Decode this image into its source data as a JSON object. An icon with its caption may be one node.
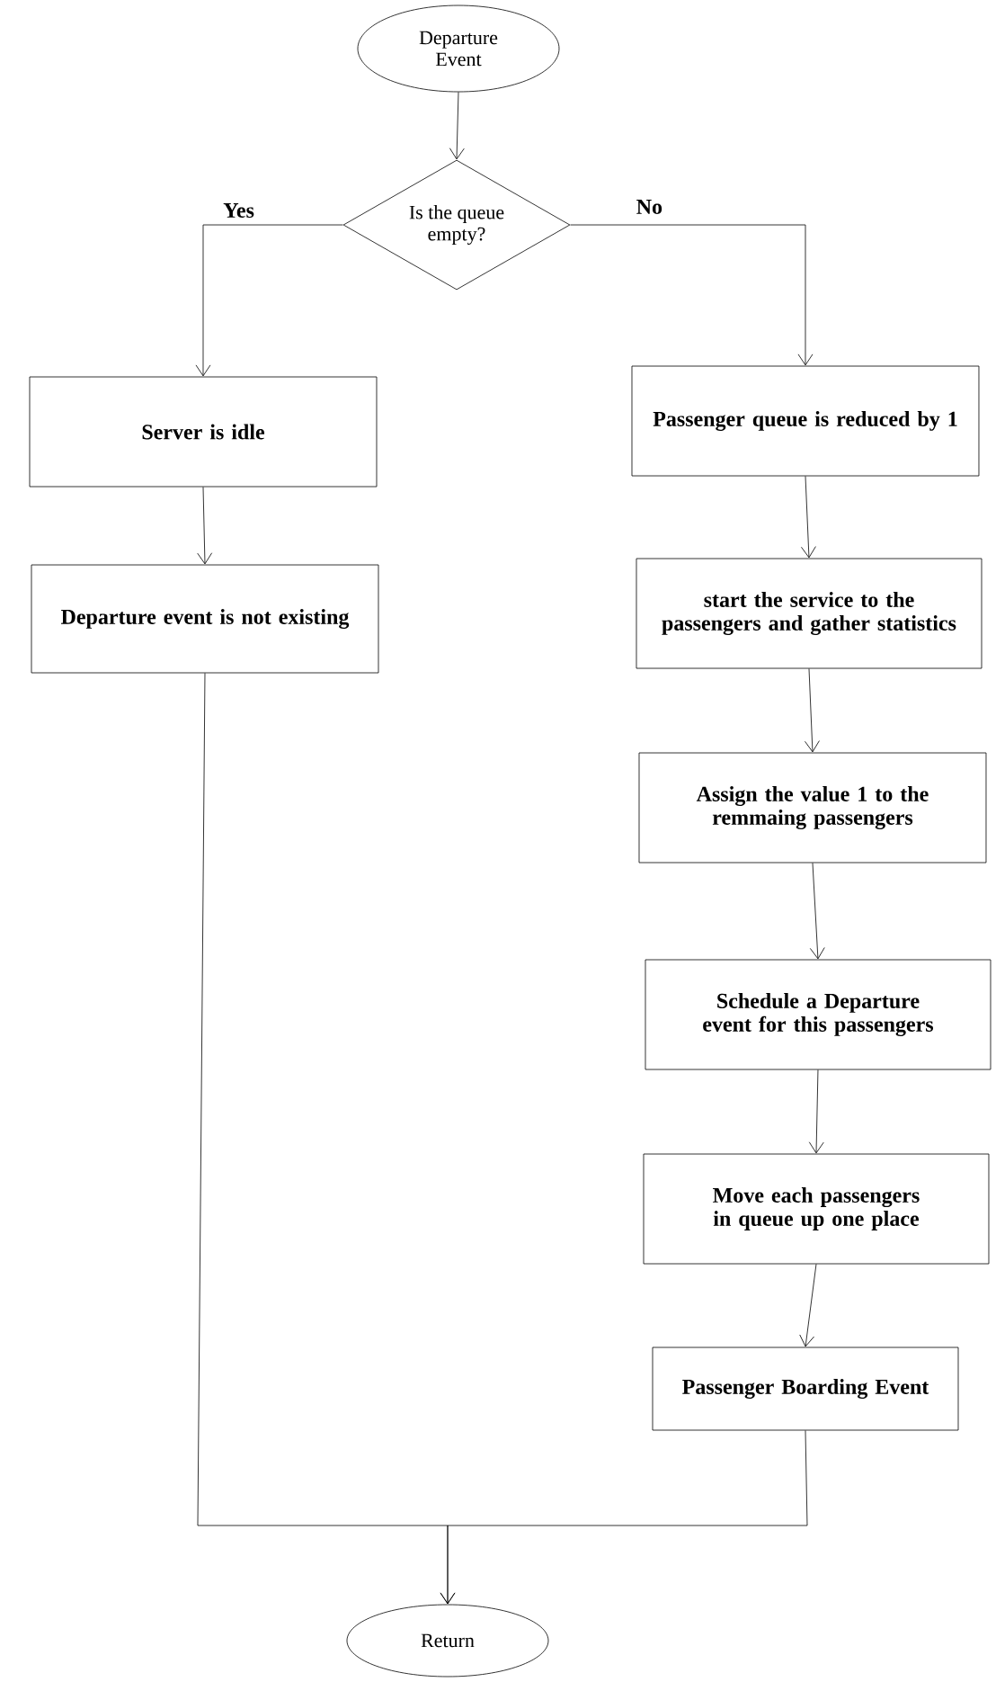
{
  "diagram": {
    "nodes": [
      {
        "text": [
          "Departure Event"
        ]
      },
      {
        "text": [
          "Is the queue empty?"
        ]
      },
      {
        "text": [
          "Server is idle"
        ]
      },
      {
        "text": [
          "Departure event is not existing"
        ]
      },
      {
        "text": [
          "Passenger queue is reduced by 1"
        ]
      },
      {
        "text": [
          "start the service to the passengers and gather statistics"
        ]
      },
      {
        "text": [
          "Assign the value 1 to the remmaing passengers"
        ]
      },
      {
        "text": [
          "Schedule a Departure event for this passengers"
        ]
      },
      {
        "text": [
          "Move each passengers in queue up one place"
        ]
      },
      {
        "text": [
          "Passenger Boarding Event"
        ]
      },
      {
        "text": [
          "Return"
        ]
      }
    ],
    "edges": [
      {
        "from": 0,
        "to": 1,
        "arrow": "to"
      },
      {
        "from": 1,
        "to": 2,
        "arrow": "to",
        "label": "Yes"
      },
      {
        "from": 1,
        "to": 4,
        "arrow": "to",
        "label": "No"
      },
      {
        "from": 2,
        "to": 3,
        "arrow": "to"
      },
      {
        "from": 4,
        "to": 5,
        "arrow": "to"
      },
      {
        "from": 5,
        "to": 6,
        "arrow": "to"
      },
      {
        "from": 6,
        "to": 7,
        "arrow": "to"
      },
      {
        "from": 7,
        "to": 8,
        "arrow": "to"
      },
      {
        "from": 8,
        "to": 9,
        "arrow": "to"
      },
      {
        "from": 3,
        "to": 10,
        "arrow": "to"
      },
      {
        "from": 9,
        "to": 10,
        "arrow": "to"
      }
    ]
  }
}
